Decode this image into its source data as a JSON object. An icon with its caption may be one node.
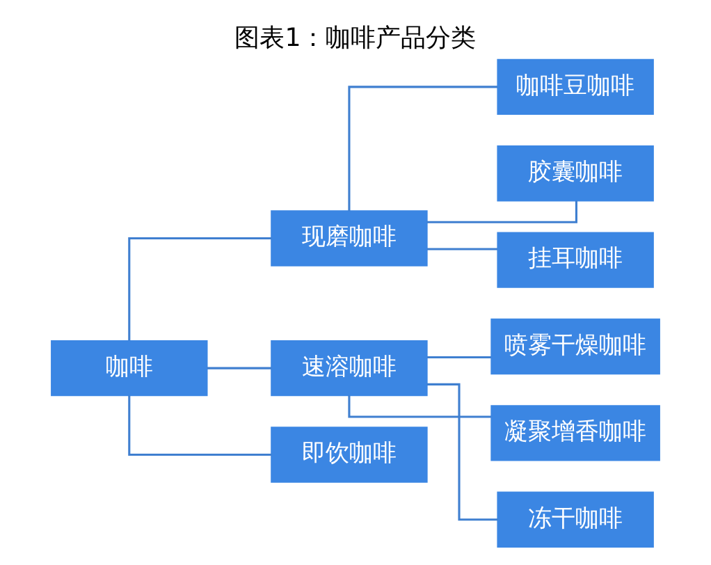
{
  "diagram": {
    "title": "图表1：咖啡产品分类",
    "nodes": [
      {
        "text": [
          "咖啡"
        ]
      },
      {
        "text": [
          "现磨咖啡"
        ]
      },
      {
        "text": [
          "速溶咖啡"
        ]
      },
      {
        "text": [
          "即饮咖啡"
        ]
      },
      {
        "text": [
          "咖啡豆咖啡"
        ]
      },
      {
        "text": [
          "胶囊咖啡"
        ]
      },
      {
        "text": [
          "挂耳咖啡"
        ]
      },
      {
        "text": [
          "喷雾干燥咖啡"
        ]
      },
      {
        "text": [
          "凝聚增香咖啡"
        ]
      },
      {
        "text": [
          "冻干咖啡"
        ]
      }
    ],
    "edges": [
      {
        "from": 0,
        "to": 1,
        "arrow": "none"
      },
      {
        "from": 0,
        "to": 2,
        "arrow": "none"
      },
      {
        "from": 0,
        "to": 3,
        "arrow": "none"
      },
      {
        "from": 1,
        "to": 4,
        "arrow": "none"
      },
      {
        "from": 1,
        "to": 5,
        "arrow": "none"
      },
      {
        "from": 1,
        "to": 6,
        "arrow": "none"
      },
      {
        "from": 2,
        "to": 7,
        "arrow": "none"
      },
      {
        "from": 2,
        "to": 8,
        "arrow": "none"
      },
      {
        "from": 2,
        "to": 9,
        "arrow": "none"
      }
    ]
  }
}
